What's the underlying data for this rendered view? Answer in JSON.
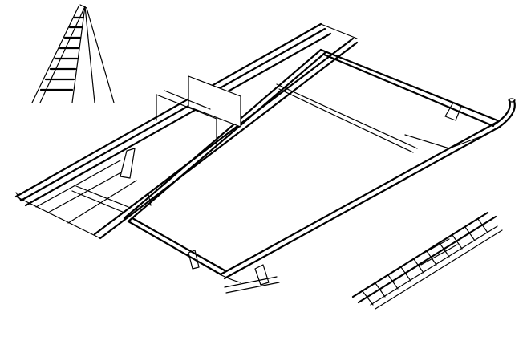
{
  "colors": {
    "stroke": "#000000",
    "background": "#ffffff"
  },
  "parts": [
    "step-ladder",
    "ladder-rack-frame",
    "ladder-carrier-rail",
    "extension-ladder"
  ]
}
